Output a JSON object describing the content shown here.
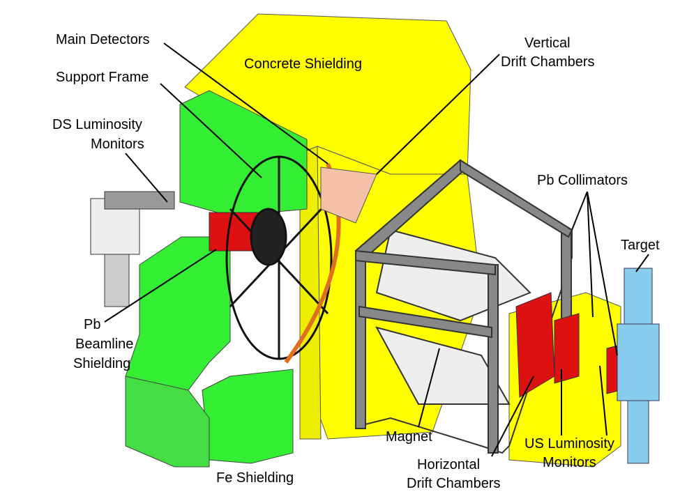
{
  "labels": {
    "main_detectors": "Main Detectors",
    "support_frame": "Support Frame",
    "ds_luminosity_1": "DS Luminosity",
    "ds_luminosity_2": "Monitors",
    "concrete_shielding": "Concrete Shielding",
    "vertical_dc_1": "Vertical",
    "vertical_dc_2": "Drift Chambers",
    "pb_collimators": "Pb Collimators",
    "target": "Target",
    "pb_beamline_1": "Pb",
    "pb_beamline_2": "Beamline",
    "pb_beamline_3": "Shielding",
    "magnet": "Magnet",
    "horizontal_dc_1": "Horizontal",
    "horizontal_dc_2": "Drift Chambers",
    "us_luminosity_1": "US Luminosity",
    "us_luminosity_2": "Monitors",
    "fe_shielding": "Fe Shielding"
  },
  "colors": {
    "concrete": "#ffff00",
    "iron": "#33ee33",
    "lead": "#dd1111",
    "frame": "#777777",
    "target": "#88ccee"
  }
}
